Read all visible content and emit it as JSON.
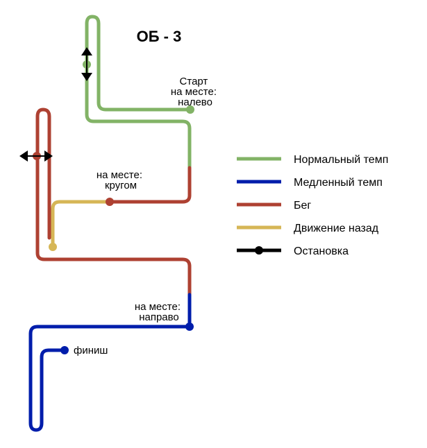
{
  "title": "ОБ - 3",
  "colors": {
    "normal": "#82b366",
    "slow": "#001dab",
    "run": "#ae4132",
    "back": "#d6b656",
    "stop": "#000000"
  },
  "labels": {
    "start": [
      "Старт",
      "на месте:",
      "налево"
    ],
    "turn_around": [
      "на месте:",
      "кругом"
    ],
    "right": [
      "на месте:",
      "направо"
    ],
    "finish": "финиш"
  },
  "legend": [
    {
      "key": "normal",
      "label": "Нормальный темп"
    },
    {
      "key": "slow",
      "label": "Медленный темп"
    },
    {
      "key": "run",
      "label": "Бег"
    },
    {
      "key": "back",
      "label": "Движение назад"
    },
    {
      "key": "stop",
      "label": "Остановка"
    }
  ]
}
